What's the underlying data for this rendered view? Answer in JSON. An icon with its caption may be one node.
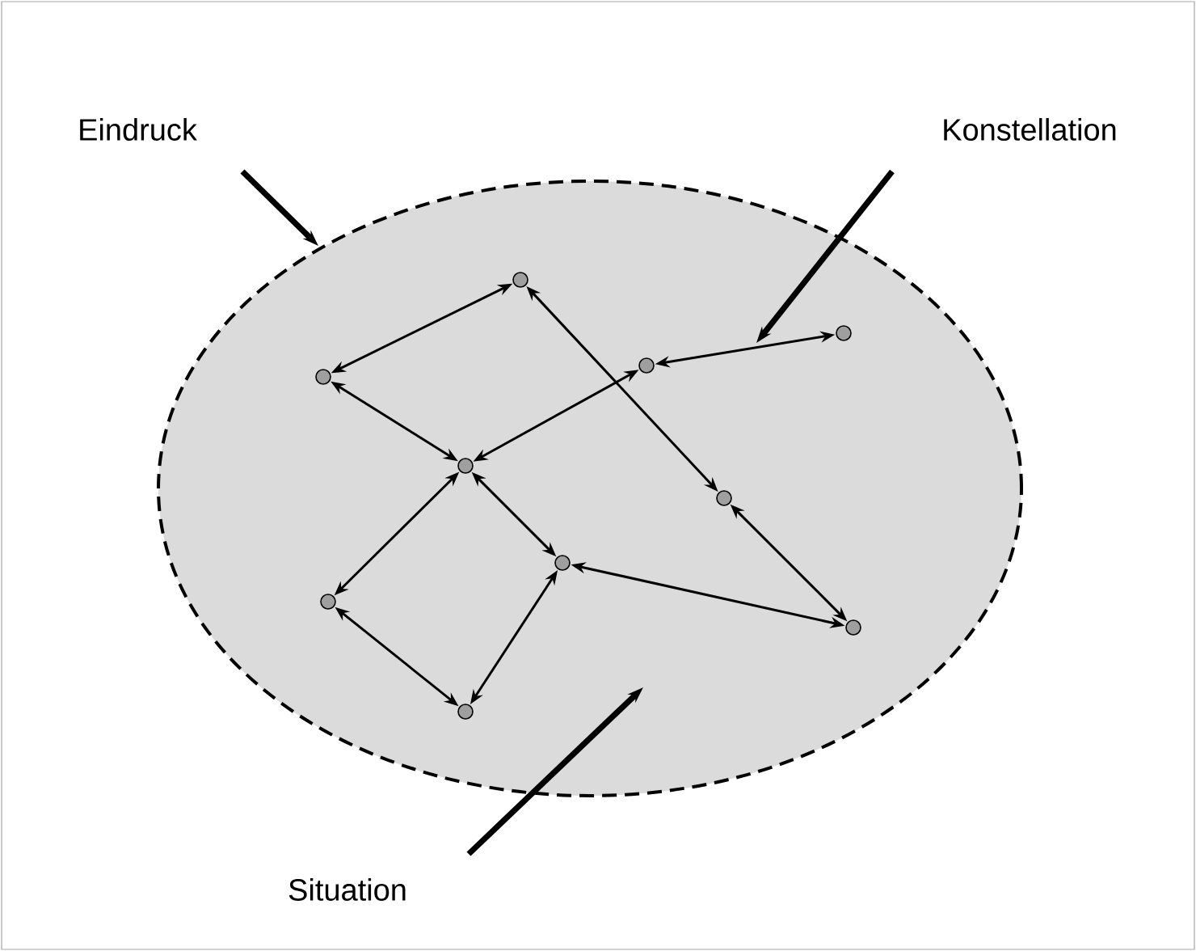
{
  "diagram": {
    "nodes": [
      {
        "text": [
          "Eindruck"
        ]
      },
      {
        "text": [
          "Konstellation"
        ]
      },
      {
        "text": [
          "Situation"
        ]
      },
      {
        "text": [],
        "shape": "ellipse"
      },
      {
        "text": [],
        "shape": "circle",
        "in": 3
      },
      {
        "text": [],
        "shape": "circle",
        "in": 3
      },
      {
        "text": [],
        "shape": "circle",
        "in": 3
      },
      {
        "text": [],
        "shape": "circle",
        "in": 3
      },
      {
        "text": [],
        "shape": "circle",
        "in": 3
      },
      {
        "text": [],
        "shape": "circle",
        "in": 3
      },
      {
        "text": [],
        "shape": "circle",
        "in": 3
      },
      {
        "text": [],
        "shape": "circle",
        "in": 3
      },
      {
        "text": [],
        "shape": "circle",
        "in": 3
      },
      {
        "text": [],
        "shape": "circle",
        "in": 3
      }
    ],
    "edges": [
      {
        "from": 4,
        "to": 5,
        "arrow": "both"
      },
      {
        "from": 4,
        "to": 9,
        "arrow": "both"
      },
      {
        "from": 6,
        "to": 7,
        "arrow": "both"
      },
      {
        "from": 6,
        "to": 8,
        "arrow": "both"
      },
      {
        "from": 5,
        "to": 8,
        "arrow": "both"
      },
      {
        "from": 8,
        "to": 12,
        "arrow": "both"
      },
      {
        "from": 8,
        "to": 10,
        "arrow": "both"
      },
      {
        "from": 10,
        "to": 13,
        "arrow": "both"
      },
      {
        "from": 12,
        "to": 13,
        "arrow": "both"
      },
      {
        "from": 10,
        "to": 11,
        "arrow": "both"
      },
      {
        "from": 9,
        "to": 11,
        "arrow": "both"
      },
      {
        "from": 0,
        "to": 3,
        "arrow": "to",
        "style": "thick"
      },
      {
        "from": 1,
        "to": null,
        "arrow": "to",
        "style": "thick"
      },
      {
        "from": 2,
        "to": 3,
        "arrow": "to",
        "style": "thick"
      }
    ]
  }
}
